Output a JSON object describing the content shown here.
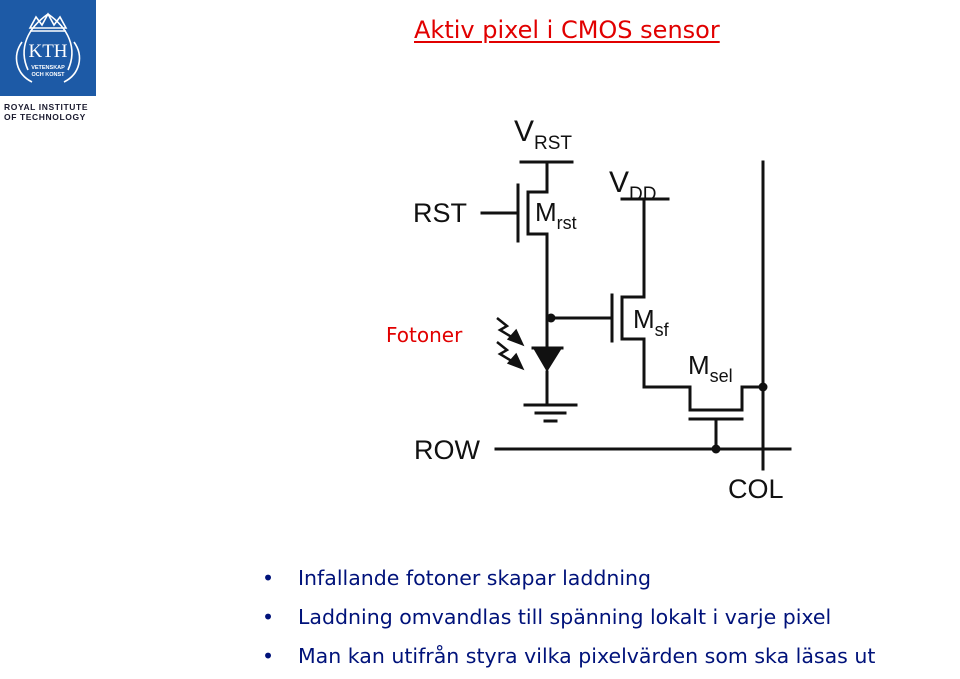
{
  "logo": {
    "text": "KTH",
    "subtitle": "VETENSKAP OCH KONST",
    "institute_line1": "ROYAL INSTITUTE",
    "institute_line2": "OF TECHNOLOGY"
  },
  "title": "Aktiv pixel i CMOS sensor",
  "circuit": {
    "photon_label": "Fotoner",
    "vrst_main": "V",
    "vrst_sub": "RST",
    "vdd_main": "V",
    "vdd_sub": "DD",
    "rst_label": "RST",
    "mrst_main": "M",
    "mrst_sub": "rst",
    "msf_main": "M",
    "msf_sub": "sf",
    "msel_main": "M",
    "msel_sub": "sel",
    "row_label": "ROW",
    "col_label": "COL"
  },
  "bullets": [
    "Infallande fotoner skapar laddning",
    "Laddning omvandlas till spänning lokalt i varje pixel",
    "Man kan utifrån styra vilka pixelvärden som ska läsas ut"
  ],
  "colors": {
    "title": "#e10000",
    "bullet_text": "#00127a",
    "logo_blue": "#1d5aa6"
  }
}
